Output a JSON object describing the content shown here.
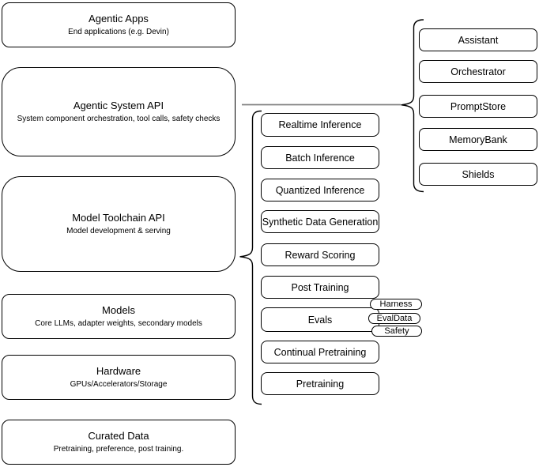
{
  "diagram": {
    "left_column": [
      {
        "title": "Agentic Apps",
        "subtitle": "End applications (e.g. Devin)"
      },
      {
        "title": "Agentic System API",
        "subtitle": "System component orchestration, tool calls, safety checks"
      },
      {
        "title": "Model Toolchain API",
        "subtitle": "Model development & serving"
      },
      {
        "title": "Models",
        "subtitle": "Core LLMs, adapter weights, secondary models"
      },
      {
        "title": "Hardware",
        "subtitle": "GPUs/Accelerators/Storage"
      },
      {
        "title": "Curated Data",
        "subtitle": "Pretraining, preference, post training."
      }
    ],
    "toolchain_items": [
      "Realtime Inference",
      "Batch Inference",
      "Quantized Inference",
      "Synthetic Data Generation",
      "Reward Scoring",
      "Post Training",
      "Evals",
      "Continual Pretraining",
      "Pretraining"
    ],
    "system_components": [
      "Assistant",
      "Orchestrator",
      "PromptStore",
      "MemoryBank",
      "Shields"
    ],
    "eval_pills": [
      "Harness",
      "EvalData",
      "Safety"
    ],
    "colors": {
      "box_border": "#000000",
      "background": "#ffffff",
      "connector_line": "#808080"
    }
  }
}
